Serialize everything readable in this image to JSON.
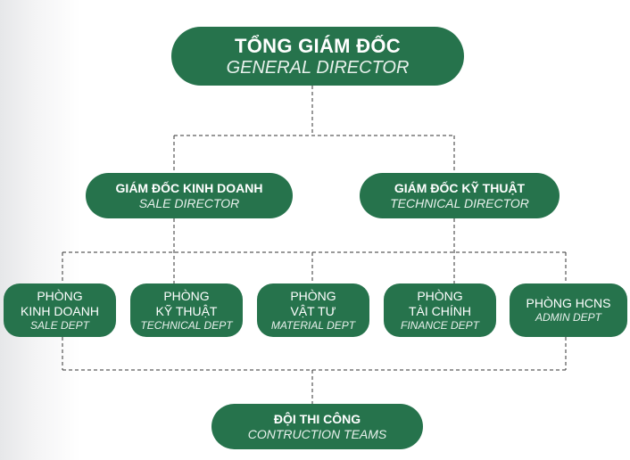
{
  "chart": {
    "top": {
      "title": "TỔNG GIÁM ĐỐC",
      "subtitle": "GENERAL DIRECTOR"
    },
    "directors": [
      {
        "title": "GIÁM ĐỐC KINH DOANH",
        "subtitle": "SALE DIRECTOR"
      },
      {
        "title": "GIÁM ĐỐC KỸ THUẬT",
        "subtitle": "TECHNICAL DIRECTOR"
      }
    ],
    "departments": [
      {
        "line1": "PHÒNG",
        "line2": "KINH DOANH",
        "subtitle": "SALE DEPT"
      },
      {
        "line1": "PHÒNG",
        "line2": "KỸ THUẬT",
        "subtitle": "TECHNICAL DEPT"
      },
      {
        "line1": "PHÒNG",
        "line2": "VẬT TƯ",
        "subtitle": "MATERIAL DEPT"
      },
      {
        "line1": "PHÒNG",
        "line2": "TÀI CHÍNH",
        "subtitle": "FINANCE DEPT"
      },
      {
        "line1": "PHÒNG HCNS",
        "line2": "",
        "subtitle": "ADMIN DEPT"
      }
    ],
    "bottom": {
      "title": "ĐỘI THI CÔNG",
      "subtitle": "CONTRUCTION TEAMS"
    }
  },
  "colors": {
    "node_fill": "#26734c",
    "node_text": "#ffffff",
    "connector": "#333333"
  }
}
